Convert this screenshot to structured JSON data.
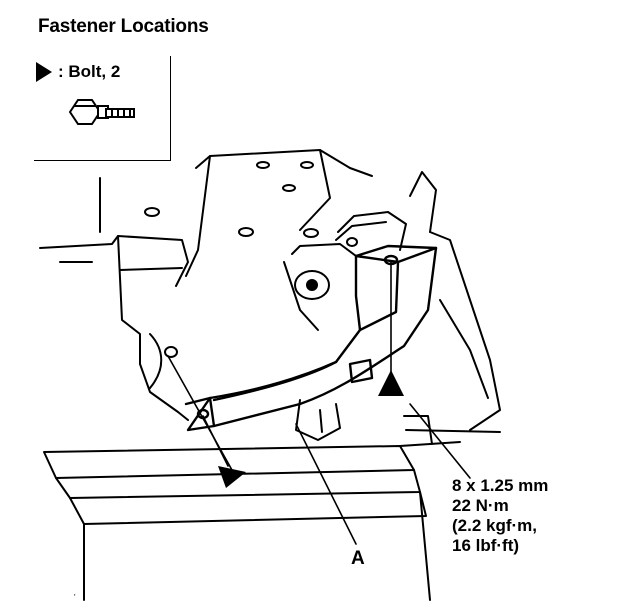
{
  "title": "Fastener Locations",
  "legend": {
    "text": ": Bolt, 2",
    "marker_icon": "triangle-marker-icon",
    "bolt_icon": "flange-bolt-icon"
  },
  "callout_a": "A",
  "torque_spec": {
    "size": "8 x 1.25 mm",
    "torque_nm": "22 N·m",
    "torque_kgf": "(2.2 kgf·m,",
    "torque_lbf": "16 lbf·ft)"
  }
}
